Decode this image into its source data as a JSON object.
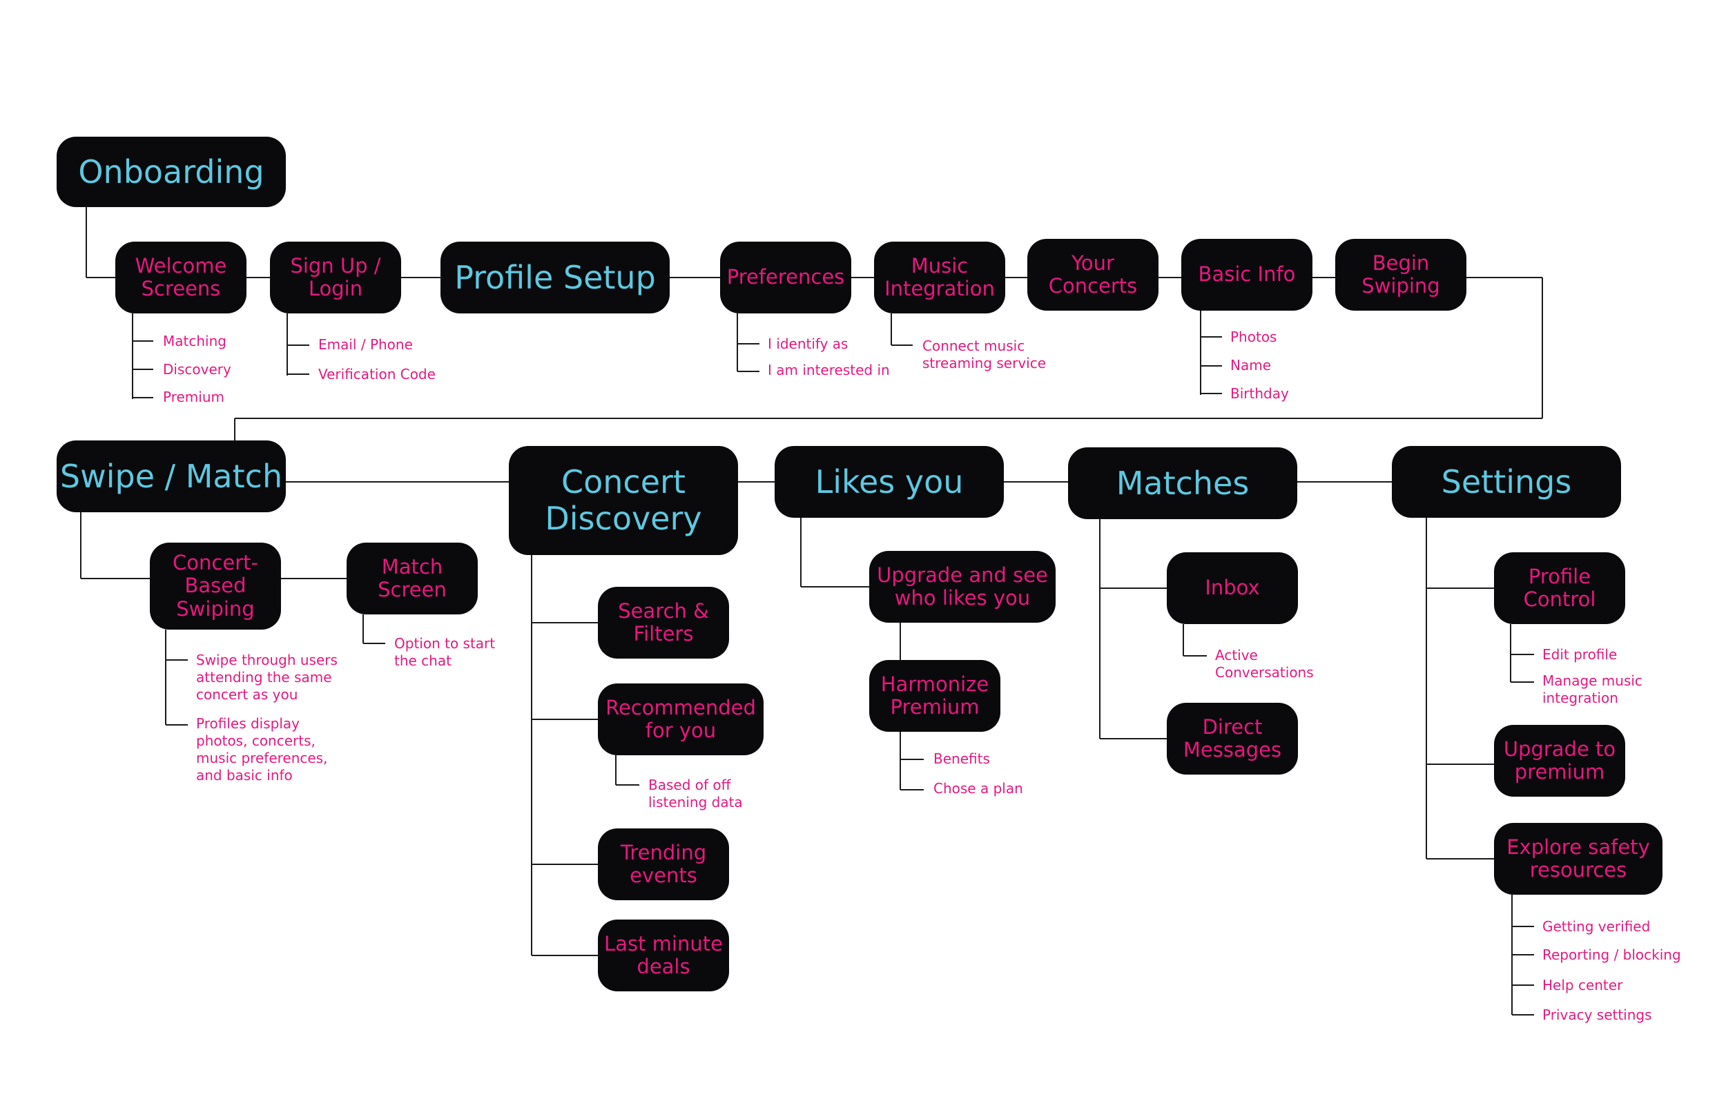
{
  "colors": {
    "background": "#ffffff",
    "node_fill": "#0a0a0c",
    "major_text": "#5ec8e0",
    "minor_text": "#e8177f",
    "connector": "#1a1a1a"
  },
  "onboarding": {
    "title": "Onboarding",
    "welcome": {
      "label": "Welcome\nScreens",
      "items": [
        "Matching",
        "Discovery",
        "Premium"
      ]
    },
    "signup": {
      "label": "Sign Up /\nLogin",
      "items": [
        "Email / Phone",
        "Verification Code"
      ]
    },
    "profile_setup": "Profile Setup",
    "preferences": {
      "label": "Preferences",
      "items": [
        "I identify as",
        "I am interested in"
      ]
    },
    "music": {
      "label": "Music\nIntegration",
      "items": [
        "Connect music\nstreaming service"
      ]
    },
    "your_concerts": "Your\nConcerts",
    "basic_info": {
      "label": "Basic Info",
      "items": [
        "Photos",
        "Name",
        "Birthday"
      ]
    },
    "begin_swiping": "Begin\nSwiping"
  },
  "swipe": {
    "title": "Swipe / Match",
    "concert_swiping": {
      "label": "Concert-\nBased\nSwiping",
      "items": [
        "Swipe through users\nattending the same\nconcert as you",
        "Profiles display\nphotos, concerts,\nmusic preferences,\nand basic info"
      ]
    },
    "match_screen": {
      "label": "Match\nScreen",
      "items": [
        "Option to start\nthe chat"
      ]
    }
  },
  "concert_discovery": {
    "title": "Concert\nDiscovery",
    "search": "Search &\nFilters",
    "recommended": {
      "label": "Recommended\nfor you",
      "items": [
        "Based of off\nlistening data"
      ]
    },
    "trending": "Trending\nevents",
    "last_minute": "Last minute\ndeals"
  },
  "likes": {
    "title": "Likes you",
    "upgrade": "Upgrade and see\nwho likes you",
    "premium": {
      "label": "Harmonize\nPremium",
      "items": [
        "Benefits",
        "Chose a plan"
      ]
    }
  },
  "matches": {
    "title": "Matches",
    "inbox": {
      "label": "Inbox",
      "items": [
        "Active\nConversations"
      ]
    },
    "direct": "Direct\nMessages"
  },
  "settings": {
    "title": "Settings",
    "profile_control": {
      "label": "Profile\nControl",
      "items": [
        "Edit profile",
        "Manage music\nintegration"
      ]
    },
    "upgrade": "Upgrade to\npremium",
    "safety": {
      "label": "Explore safety\nresources",
      "items": [
        "Getting verified",
        "Reporting / blocking",
        "Help center",
        "Privacy settings"
      ]
    }
  }
}
